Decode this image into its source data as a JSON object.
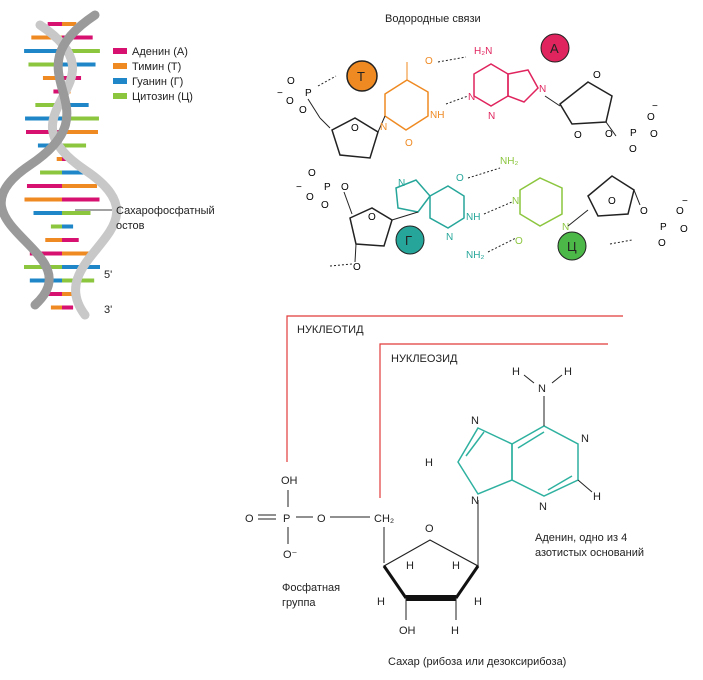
{
  "legend": [
    {
      "label": "Аденин (А)",
      "color": "#d6116f"
    },
    {
      "label": "Тимин (Т)",
      "color": "#ef8a22"
    },
    {
      "label": "Гуанин (Г)",
      "color": "#1f87c8"
    },
    {
      "label": "Цитозин (Ц)",
      "color": "#8cc63f"
    }
  ],
  "helix": {
    "backbone_label_1": "Сахарофосфатный",
    "backbone_label_2": "остов",
    "end_5": "5'",
    "end_3": "3'"
  },
  "pairs": {
    "title": "Водородные связи",
    "T": "Т",
    "A": "А",
    "G": "Г",
    "C": "Ц",
    "colors": {
      "T": "#ef8a22",
      "A": "#e0245e",
      "G": "#26a69a",
      "C": "#8cc63f"
    }
  },
  "atoms": {
    "O": "O",
    "P": "P",
    "N": "N",
    "NH": "NH",
    "NH2": "NH₂",
    "H2N": "H₂N",
    "H": "H",
    "OH": "OH",
    "CH2": "CH₂",
    "O_minus": "O⁻",
    "minus": "−"
  },
  "nucleotide": {
    "nucleotide_label": "НУКЛЕОТИД",
    "nucleoside_label": "НУКЛЕОЗИД",
    "phosphate_1": "Фосфатная",
    "phosphate_2": "группа",
    "adenine_1": "Аденин, одно из 4",
    "adenine_2": "азотистых оснований",
    "sugar": "Сахар (рибоза или дезоксирибоза)"
  },
  "colors": {
    "bracket": "#e23b3b",
    "teal": "#2fb1a0",
    "backbone": "#a9a9a9"
  }
}
